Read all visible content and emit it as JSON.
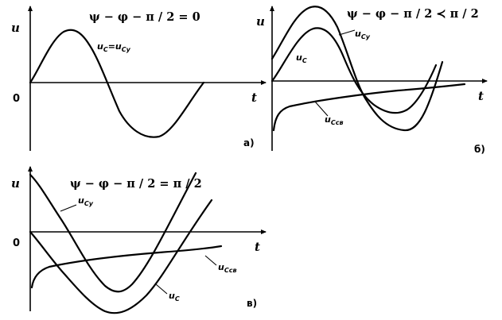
{
  "panels": {
    "a": {
      "formula": "ψ − φ − π / 2 = 0",
      "axis_y": "u",
      "axis_x": "t",
      "zero": "0",
      "label": "а)",
      "curve_label_main": "u",
      "curve_label_sub": "C",
      "curve_label_eq": "=u",
      "curve_label_sub2": "Cy"
    },
    "b": {
      "formula": "ψ − φ − π / 2 ≺ π / 2",
      "axis_y": "u",
      "axis_x": "t",
      "label": "б)",
      "uc_main": "u",
      "uc_sub": "C",
      "ucy_main": "u",
      "ucy_sub": "Cy",
      "ucsv_main": "u",
      "ucsv_sub": "Cсв"
    },
    "c": {
      "formula": "ψ − φ − π / 2 = π / 2",
      "axis_y": "u",
      "axis_x": "t",
      "zero": "0",
      "label": "в)",
      "uc_main": "u",
      "uc_sub": "C",
      "ucy_main": "u",
      "ucy_sub": "Cy",
      "ucsv_main": "u",
      "ucsv_sub": "Cсв"
    }
  }
}
